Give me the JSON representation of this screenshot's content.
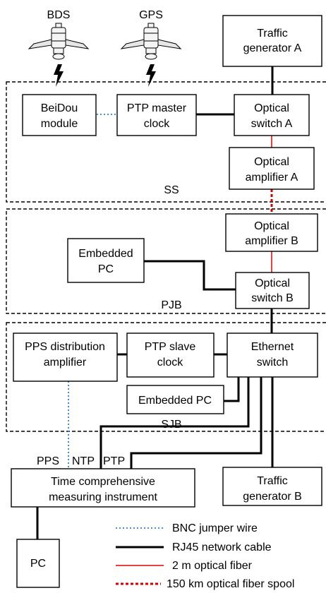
{
  "satellites": {
    "bds": "BDS",
    "gps": "GPS"
  },
  "boxes": {
    "traffic_gen_a": [
      "Traffic",
      "generator A"
    ],
    "beidou_module": [
      "BeiDou",
      "module"
    ],
    "ptp_master_clock": [
      "PTP master",
      "clock"
    ],
    "optical_switch_a": [
      "Optical",
      "switch A"
    ],
    "optical_amplifier_a": [
      "Optical",
      "amplifier A"
    ],
    "optical_amplifier_b": [
      "Optical",
      "amplifier B"
    ],
    "embedded_pc_pjb": [
      "Embedded",
      "PC"
    ],
    "optical_switch_b": [
      "Optical",
      "switch B"
    ],
    "pps_distribution_amplifier": [
      "PPS distribution",
      "amplifier"
    ],
    "ptp_slave_clock": [
      "PTP slave",
      "clock"
    ],
    "ethernet_switch": [
      "Ethernet",
      "switch"
    ],
    "embedded_pc_sjb": [
      "Embedded PC"
    ],
    "time_measuring_instrument": [
      "Time comprehensive",
      "measuring instrument"
    ],
    "traffic_gen_b": [
      "Traffic",
      "generator B"
    ],
    "pc": [
      "PC"
    ]
  },
  "regions": {
    "ss": "SS",
    "pjb": "PJB",
    "sjb": "SJB"
  },
  "port_labels": {
    "pps": "PPS",
    "ntp": "NTP",
    "ptp": "PTP"
  },
  "legend": [
    {
      "style": "bnc",
      "label": "BNC jumper wire",
      "color": "#2a7fd6"
    },
    {
      "style": "rj45",
      "label": "RJ45 network cable",
      "color": "#000000"
    },
    {
      "style": "fiber",
      "label": "2 m optical fiber",
      "color": "#e00000"
    },
    {
      "style": "spool",
      "label": "150 km optical fiber spool",
      "color": "#d00000"
    }
  ]
}
